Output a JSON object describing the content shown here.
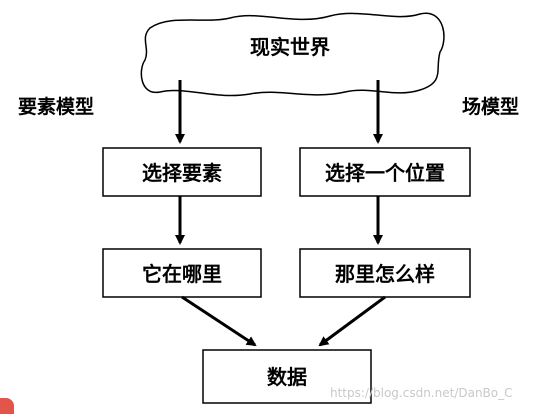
{
  "diagram": {
    "cloud_label": "现实世界",
    "left_label": "要素模型",
    "right_label": "场模型",
    "left_box_1": "选择要素",
    "left_box_2": "它在哪里",
    "right_box_1": "选择一个位置",
    "right_box_2": "那里怎么样",
    "bottom_box": "数据",
    "colors": {
      "stroke": "#000000",
      "fill": "#ffffff"
    }
  },
  "watermark": "https://blog.csdn.net/DanBo_C"
}
